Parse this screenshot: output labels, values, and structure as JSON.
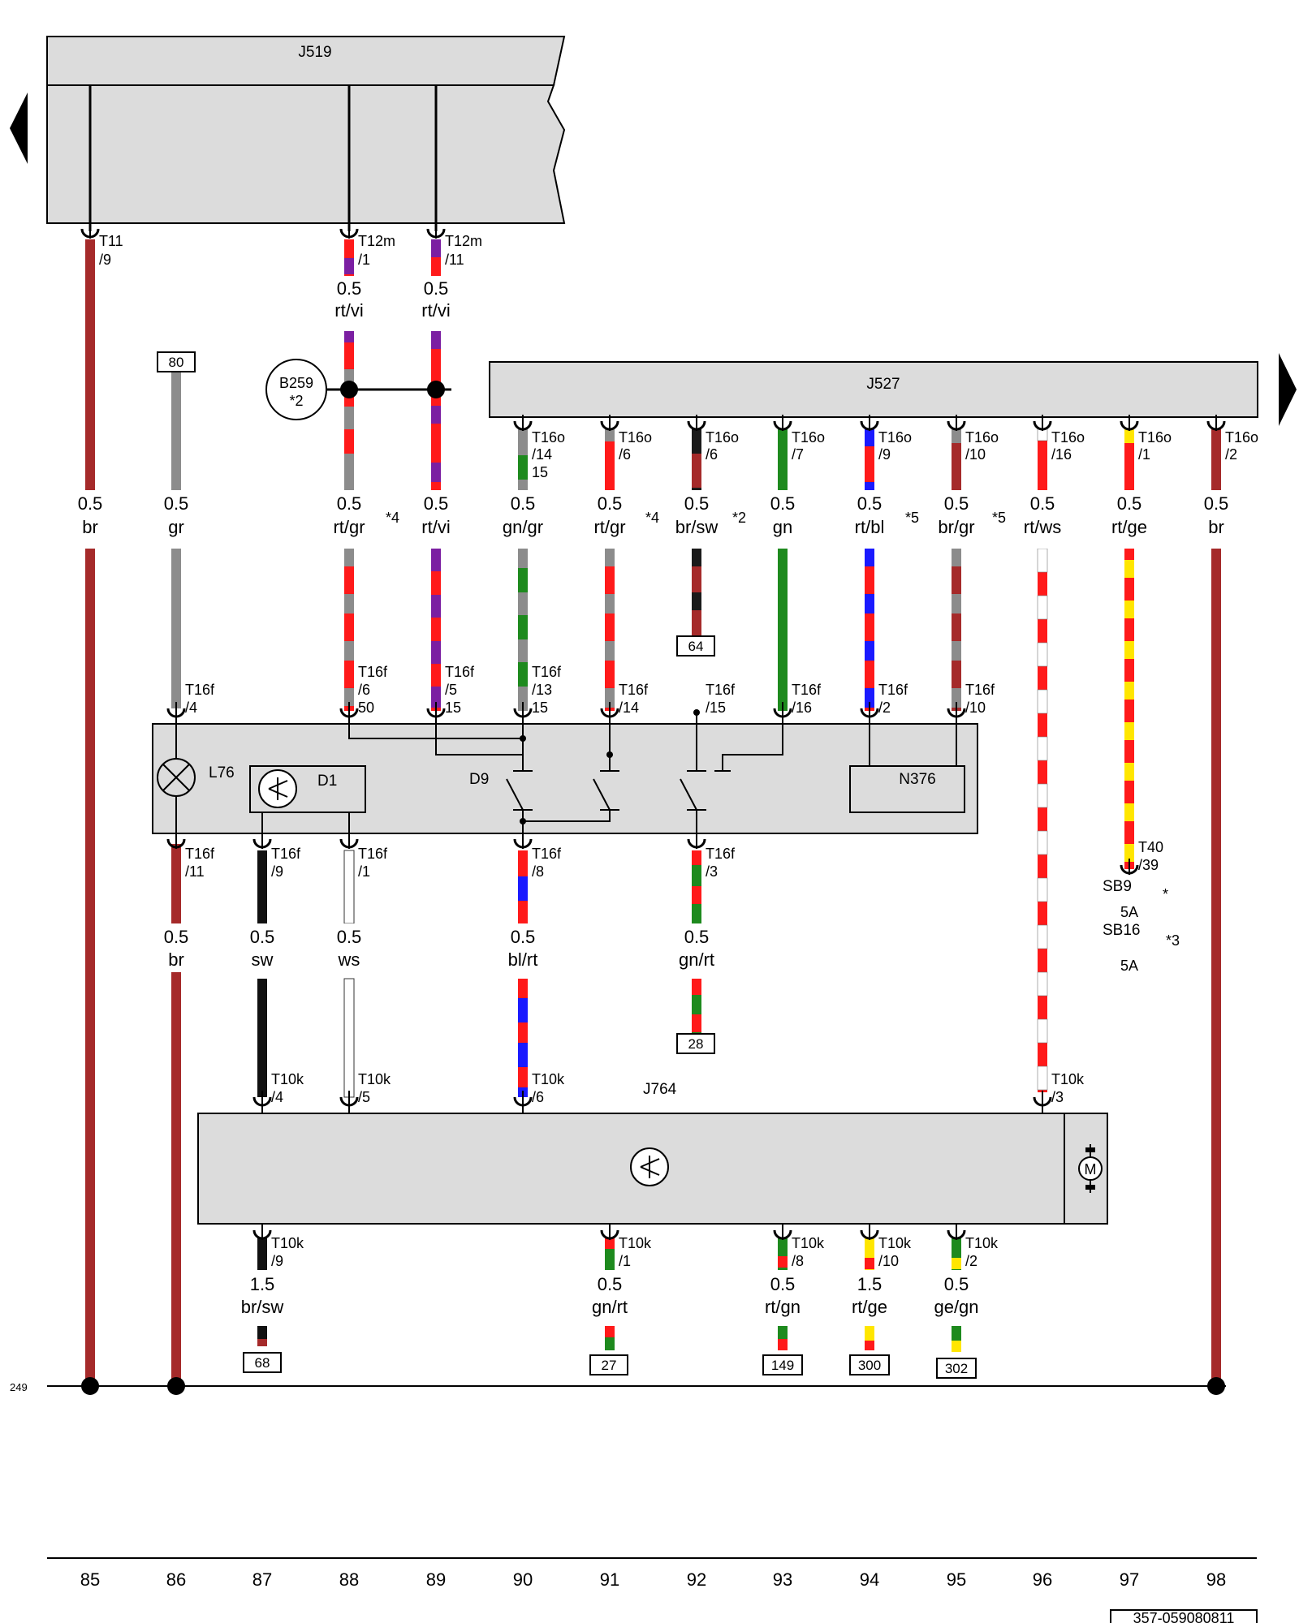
{
  "diagram": {
    "component_labels": {
      "j519": "J519",
      "j527": "J527",
      "j764": "J764",
      "b259": "B259",
      "b259_note": "*2",
      "l76": "L76",
      "d1": "D1",
      "d9": "D9",
      "n376": "N376",
      "sb9": "SB9",
      "sb9_note": "*",
      "sb9_amp": "5A",
      "sb16": "SB16",
      "sb16_note": "*3",
      "sb16_amp": "5A",
      "t40": "T40",
      "t40_pin": "/39"
    },
    "ground_line_label": "249",
    "footnotes": {
      "c88": "*4",
      "c91": "*4",
      "c92": "*2",
      "c94": "*5",
      "c95": "*5"
    },
    "columns": [
      "85",
      "86",
      "87",
      "88",
      "89",
      "90",
      "91",
      "92",
      "93",
      "94",
      "95",
      "96",
      "97",
      "98"
    ],
    "wires_upper": [
      {
        "size": "0.5",
        "color": "rt/vi"
      },
      {
        "size": "0.5",
        "color": "rt/vi"
      }
    ],
    "wires_main": [
      {
        "size": "0.5",
        "color": "br"
      },
      {
        "size": "0.5",
        "color": "gr"
      },
      {
        "size": "0.5",
        "color": "rt/gr"
      },
      {
        "size": "0.5",
        "color": "rt/vi"
      },
      {
        "size": "0.5",
        "color": "gn/gr"
      },
      {
        "size": "0.5",
        "color": "rt/gr"
      },
      {
        "size": "0.5",
        "color": "br/sw"
      },
      {
        "size": "0.5",
        "color": "gn"
      },
      {
        "size": "0.5",
        "color": "rt/bl"
      },
      {
        "size": "0.5",
        "color": "br/gr"
      },
      {
        "size": "0.5",
        "color": "rt/ws"
      },
      {
        "size": "0.5",
        "color": "rt/ge"
      },
      {
        "size": "0.5",
        "color": "br"
      }
    ],
    "wires_mid": [
      {
        "size": "0.5",
        "color": "br"
      },
      {
        "size": "0.5",
        "color": "sw"
      },
      {
        "size": "0.5",
        "color": "ws"
      },
      {
        "size": "0.5",
        "color": "bl/rt"
      },
      {
        "size": "0.5",
        "color": "gn/rt"
      }
    ],
    "wires_lower": [
      {
        "size": "1.5",
        "color": "br/sw"
      },
      {
        "size": "0.5",
        "color": "gn/rt"
      },
      {
        "size": "0.5",
        "color": "rt/gn"
      },
      {
        "size": "1.5",
        "color": "rt/ge"
      },
      {
        "size": "0.5",
        "color": "ge/gn"
      }
    ],
    "connectors": [
      {
        "name": "T11",
        "pin": "/9"
      },
      {
        "name": "T12m",
        "pin": "/1"
      },
      {
        "name": "T12m",
        "pin": "/11"
      },
      {
        "name": "T16o",
        "pin": "/14",
        "extra": "15"
      },
      {
        "name": "T16o",
        "pin": "/6"
      },
      {
        "name": "T16o",
        "pin": "/6"
      },
      {
        "name": "T16o",
        "pin": "/7"
      },
      {
        "name": "T16o",
        "pin": "/9"
      },
      {
        "name": "T16o",
        "pin": "/10"
      },
      {
        "name": "T16o",
        "pin": "/16"
      },
      {
        "name": "T16o",
        "pin": "/1"
      },
      {
        "name": "T16o",
        "pin": "/2"
      },
      {
        "name": "T16f",
        "pin": "/4"
      },
      {
        "name": "T16f",
        "pin": "/6",
        "extra": "50"
      },
      {
        "name": "T16f",
        "pin": "/5",
        "extra": "15"
      },
      {
        "name": "T16f",
        "pin": "/13",
        "extra": "15"
      },
      {
        "name": "T16f",
        "pin": "/14"
      },
      {
        "name": "T16f",
        "pin": "/15"
      },
      {
        "name": "T16f",
        "pin": "/16"
      },
      {
        "name": "T16f",
        "pin": "/2"
      },
      {
        "name": "T16f",
        "pin": "/10"
      },
      {
        "name": "T16f",
        "pin": "/11"
      },
      {
        "name": "T16f",
        "pin": "/9"
      },
      {
        "name": "T16f",
        "pin": "/1"
      },
      {
        "name": "T16f",
        "pin": "/8"
      },
      {
        "name": "T16f",
        "pin": "/3"
      },
      {
        "name": "T10k",
        "pin": "/4"
      },
      {
        "name": "T10k",
        "pin": "/5"
      },
      {
        "name": "T10k",
        "pin": "/6"
      },
      {
        "name": "T10k",
        "pin": "/3"
      },
      {
        "name": "T10k",
        "pin": "/9"
      },
      {
        "name": "T10k",
        "pin": "/1"
      },
      {
        "name": "T10k",
        "pin": "/8"
      },
      {
        "name": "T10k",
        "pin": "/10"
      },
      {
        "name": "T10k",
        "pin": "/2"
      }
    ],
    "refs": [
      "80",
      "64",
      "28",
      "68",
      "27",
      "149",
      "300",
      "302"
    ],
    "drawing_number": "357-059080811"
  }
}
